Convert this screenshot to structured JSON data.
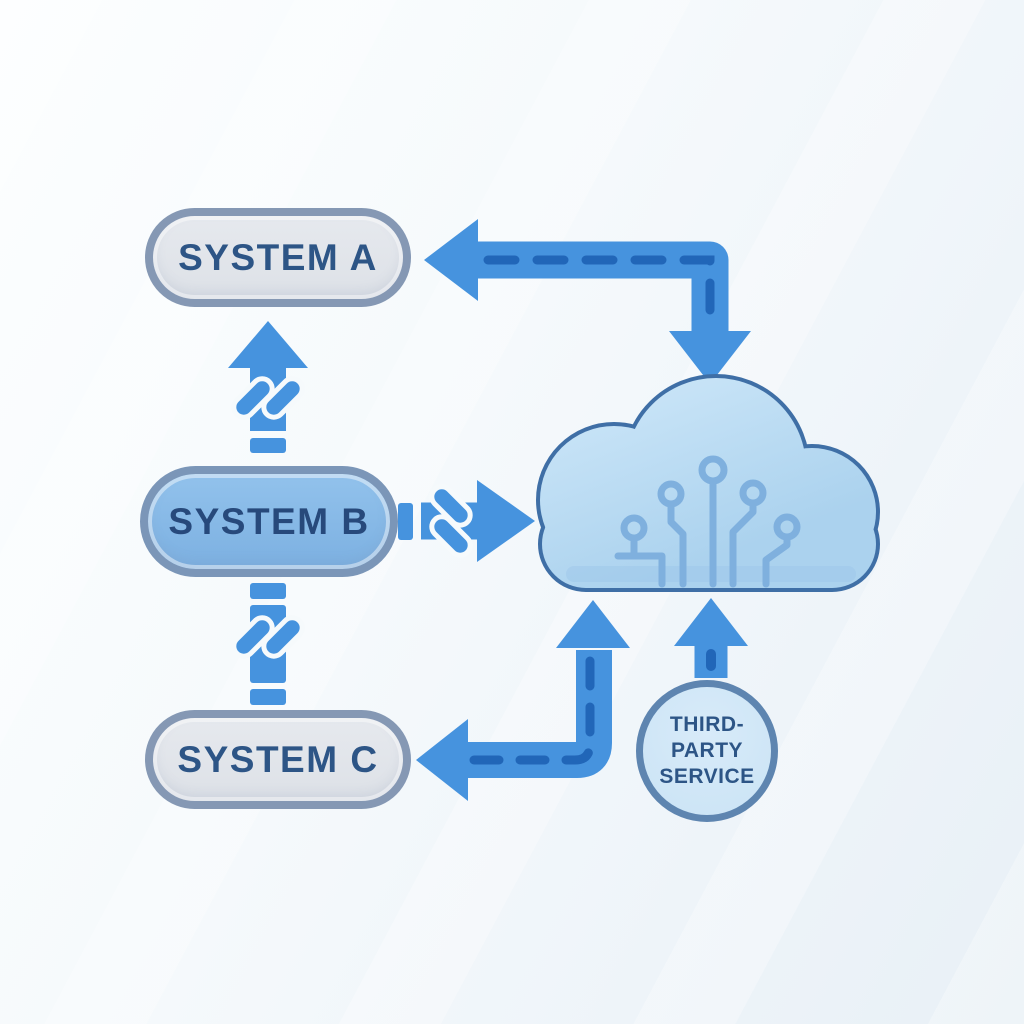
{
  "nodes": {
    "system_a": {
      "label": "SYSTEM A",
      "shape": "pill",
      "fill": "#dde1e7",
      "border": "#8598b4"
    },
    "system_b": {
      "label": "SYSTEM B",
      "shape": "pill",
      "fill": "#87bae6",
      "border": "#7b96b8"
    },
    "system_c": {
      "label": "SYSTEM C",
      "shape": "pill",
      "fill": "#dde1e7",
      "border": "#8598b4"
    },
    "cloud": {
      "icon": "cloud-circuit-icon",
      "fill": "#bcdcf3",
      "border": "#3f6fa6",
      "circuit_color": "#7fb0de"
    },
    "third_party_service": {
      "label_line1": "THIRD-PARTY",
      "label_line2": "SERVICE",
      "shape": "circle",
      "fill": "#cde5f6",
      "border": "#5e85b0"
    }
  },
  "connections": [
    {
      "from": "cloud",
      "to": "system_a",
      "style": "dashed-elbow",
      "arrowheads": [
        "system_a",
        "cloud"
      ]
    },
    {
      "from": "system_b",
      "to": "system_a",
      "style": "solid-with-link-icon",
      "arrowheads": [
        "system_a"
      ]
    },
    {
      "from": "system_b",
      "to": "cloud",
      "style": "dashed-with-link-icon",
      "arrowheads": [
        "cloud"
      ]
    },
    {
      "from": "system_c",
      "to": "system_b",
      "style": "dashed-with-link-icon",
      "arrowheads": []
    },
    {
      "from": "cloud",
      "to": "system_c",
      "style": "dashed-elbow",
      "arrowheads": [
        "system_c",
        "cloud"
      ]
    },
    {
      "from": "third_party_service",
      "to": "cloud",
      "style": "solid-with-dash",
      "arrowheads": [
        "cloud"
      ]
    }
  ],
  "colors": {
    "arrow": "#4693de",
    "arrow_dash": "#2166b8",
    "label_text": "#2d5586",
    "background": "#f4f8fb"
  }
}
